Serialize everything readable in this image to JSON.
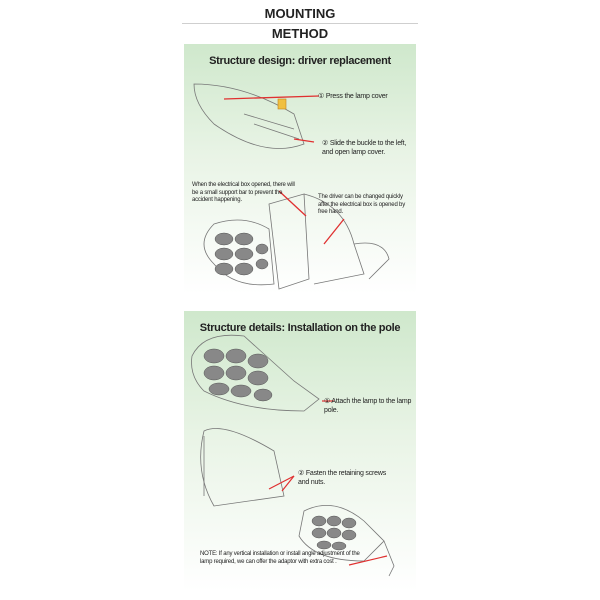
{
  "header": {
    "line1": "MOUNTING",
    "line2": "METHOD"
  },
  "section1": {
    "title": "Structure design: driver replacement",
    "step1": "① Press the lamp cover",
    "step2": "② Slide the buckle to the left, and open lamp cover.",
    "note_left": "When the electrical box opened, there will be a small support bar to prevent the accident happening.",
    "note_right": "The driver can be changed quickly after the electrical box is opened by free hand."
  },
  "section2": {
    "title": "Structure details: Installation on the pole",
    "step1": "① Attach the lamp to the lamp pole.",
    "step2": "② Fasten the retaining screws and nuts.",
    "note": "NOTE: If any vertical installation or install angle adjustment of the lamp required, we can offer the adaptor with extra cost ."
  },
  "colors": {
    "panel": "#cfe8cc",
    "arrow": "#e03030"
  }
}
